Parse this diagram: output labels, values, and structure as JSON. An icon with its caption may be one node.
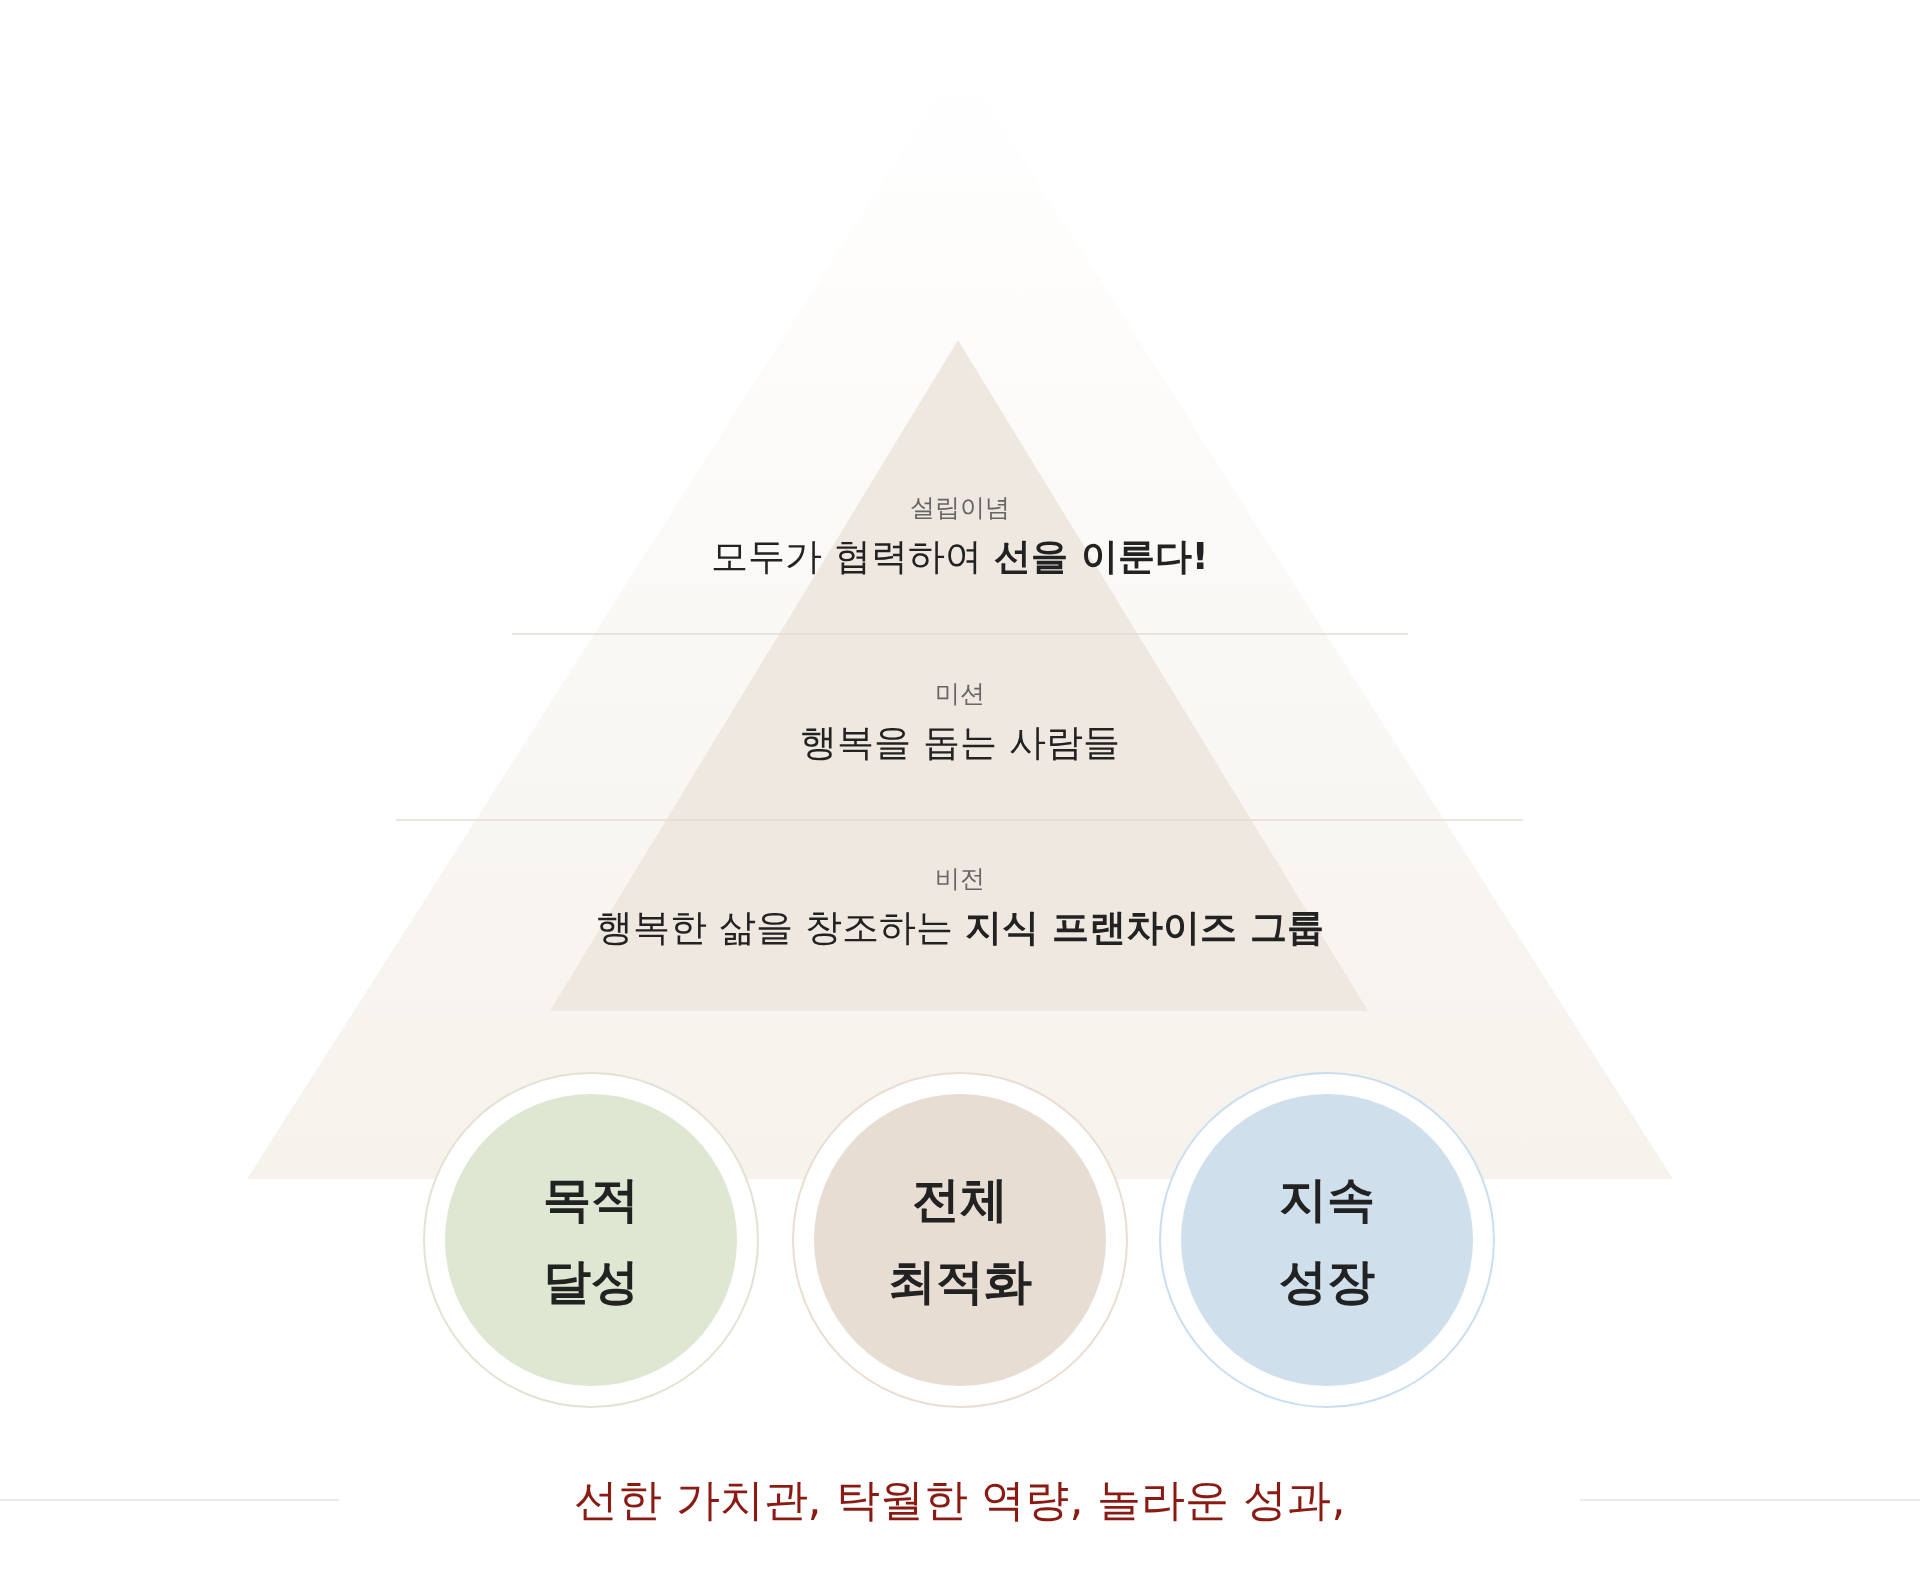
{
  "diagram": {
    "nodes": [
      {
        "text": [
          "설립이념",
          "모두가 협력하여 **선을 이룬다!**"
        ]
      },
      {
        "text": [
          "미션",
          "행복을 돕는 사람들"
        ]
      },
      {
        "text": [
          "비전",
          "행복한 삶을 창조하는 **지식 프랜차이즈 그룹**"
        ]
      },
      {
        "text": [
          "목적 달성"
        ]
      },
      {
        "text": [
          "전체 최적화"
        ]
      },
      {
        "text": [
          "지속 성장"
        ]
      }
    ],
    "labels": [
      "선한 가치관, 탁월한 역량, 놀라운 성과,"
    ]
  }
}
